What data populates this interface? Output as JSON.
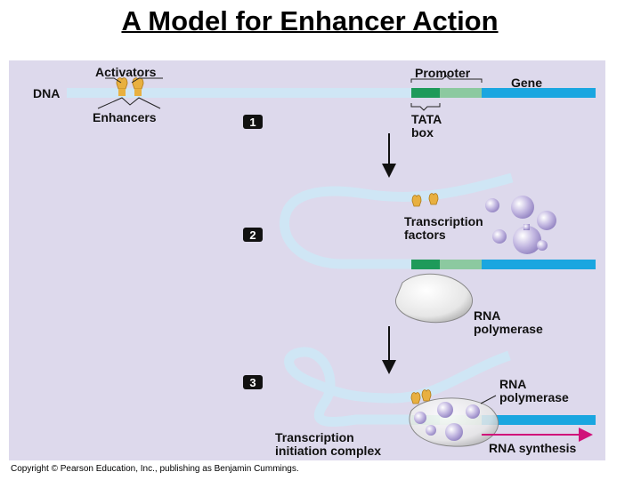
{
  "title": "A Model for Enhancer Action",
  "labels": {
    "activators": "Activators",
    "dna": "DNA",
    "enhancers": "Enhancers",
    "promoter": "Promoter",
    "gene": "Gene",
    "tata_1": "TATA",
    "tata_2": "box",
    "transcription_factors_1": "Transcription",
    "transcription_factors_2": "factors",
    "rna_polymerase_a1": "RNA",
    "rna_polymerase_a2": "polymerase",
    "rna_polymerase_b1": "RNA",
    "rna_polymerase_b2": "polymerase",
    "complex_1": "Transcription",
    "complex_2": "initiation complex",
    "rna_synthesis": "RNA synthesis"
  },
  "steps": [
    "1",
    "2",
    "3"
  ],
  "copyright": "Copyright © Pearson Education, Inc., publishing as Benjamin Cummings.",
  "colors": {
    "panel": "#ddd9ec",
    "dna_light": "#cfe6f5",
    "gene_blue": "#1aa6e0",
    "tata_green": "#1e9a5a",
    "promoter_green": "#8cc9a0",
    "activator_gold": "#e8b040",
    "factor_purple": "#b3a6d6",
    "polymerase_grey": "#e9e9e9",
    "rna_arrow": "#d0117a"
  }
}
